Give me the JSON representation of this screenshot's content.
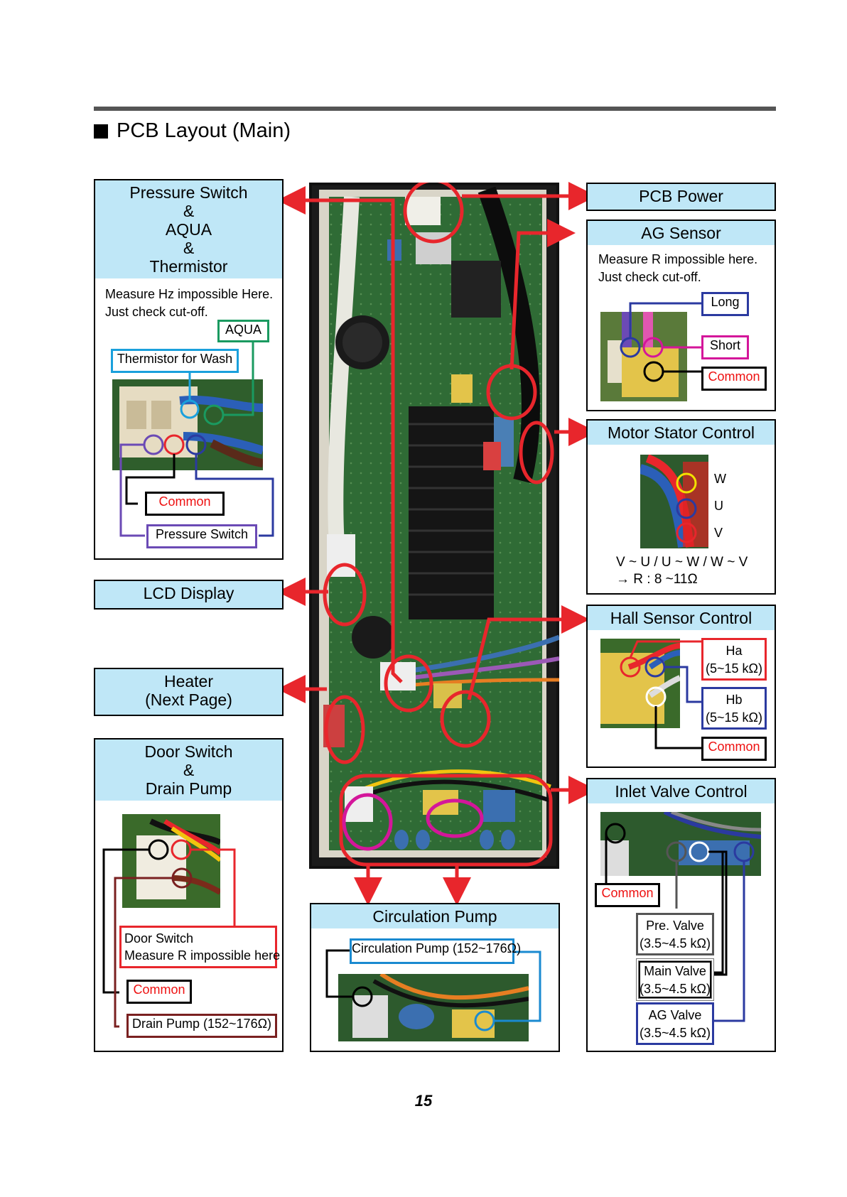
{
  "section_title": "PCB Layout (Main)",
  "page_number": "15",
  "pressure_box": {
    "title_lines": [
      "Pressure Switch",
      "&",
      "AQUA",
      "&",
      "Thermistor"
    ],
    "note_lines": [
      "Measure Hz impossible Here.",
      "Just check cut-off."
    ],
    "labels": {
      "aqua": "AQUA",
      "thermistor": "Thermistor for Wash",
      "common": "Common",
      "pressure_switch": "Pressure Switch"
    }
  },
  "lcd_box": {
    "title": "LCD Display"
  },
  "heater_box": {
    "title_lines": [
      "Heater",
      "(Next Page)"
    ]
  },
  "door_box": {
    "title_lines": [
      "Door Switch",
      "&",
      "Drain Pump"
    ],
    "labels": {
      "door_switch_lines": [
        "Door Switch",
        "Measure R impossible here"
      ],
      "common": "Common",
      "drain_pump": "Drain Pump (152~176Ω)"
    }
  },
  "pcb_power_box": {
    "title": "PCB Power"
  },
  "ag_sensor_box": {
    "title": "AG Sensor",
    "note_lines": [
      "Measure R impossible here.",
      "Just check cut-off."
    ],
    "labels": {
      "long": "Long",
      "short": "Short",
      "common": "Common"
    }
  },
  "motor_box": {
    "title": "Motor Stator Control",
    "phase_labels": [
      "W",
      "U",
      "V"
    ],
    "formula_lines": [
      "V ~ U / U ~ W / W ~ V",
      "→ R : 8 ~11Ω"
    ]
  },
  "hall_box": {
    "title": "Hall Sensor Control",
    "labels": {
      "ha_lines": [
        "Ha",
        "(5~15 kΩ)"
      ],
      "hb_lines": [
        "Hb",
        "(5~15 kΩ)"
      ],
      "common": "Common"
    }
  },
  "inlet_box": {
    "title": "Inlet Valve Control",
    "labels": {
      "common": "Common",
      "pre_lines": [
        "Pre. Valve",
        "(3.5~4.5 kΩ)"
      ],
      "main_lines": [
        "Main Valve",
        "(3.5~4.5 kΩ)"
      ],
      "ag_lines": [
        "AG Valve",
        "(3.5~4.5 kΩ)"
      ]
    }
  },
  "circ_box": {
    "title": "Circulation Pump",
    "labels": {
      "pump": "Circulation Pump (152~176Ω)"
    }
  },
  "colors": {
    "header_bg": "#bfe7f7",
    "arrow": "#e8262c",
    "pcb_green": "#2f6b35",
    "highlight_magenta": "#d4169a"
  }
}
